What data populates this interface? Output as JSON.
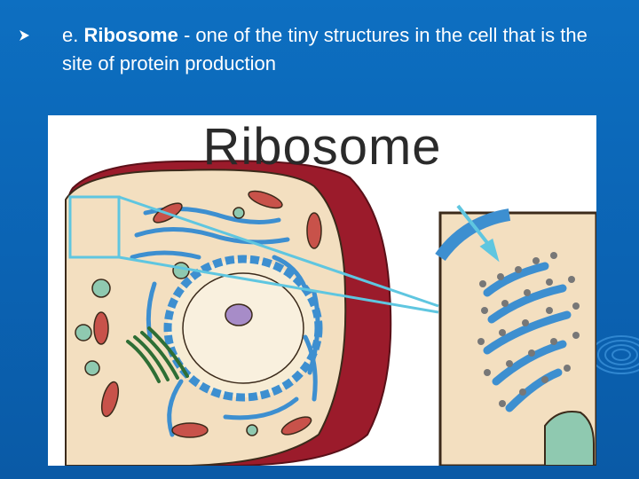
{
  "slide": {
    "bullet": {
      "prefix": "e. ",
      "term": "Ribosome",
      "definition": " - one of the tiny structures in the cell that is the site of protein production"
    },
    "figure": {
      "title": "Ribosome"
    }
  },
  "colors": {
    "background": "#0b63b3",
    "text": "#ffffff",
    "cell_wall": "#9b1b2b",
    "cytoplasm": "#f3dfc0",
    "er": "#3d8fd0",
    "mitochondria": "#c8524a",
    "golgi": "#2e6e35",
    "nucleolus": "#a78cc8",
    "highlight": "#5fc6e0"
  }
}
